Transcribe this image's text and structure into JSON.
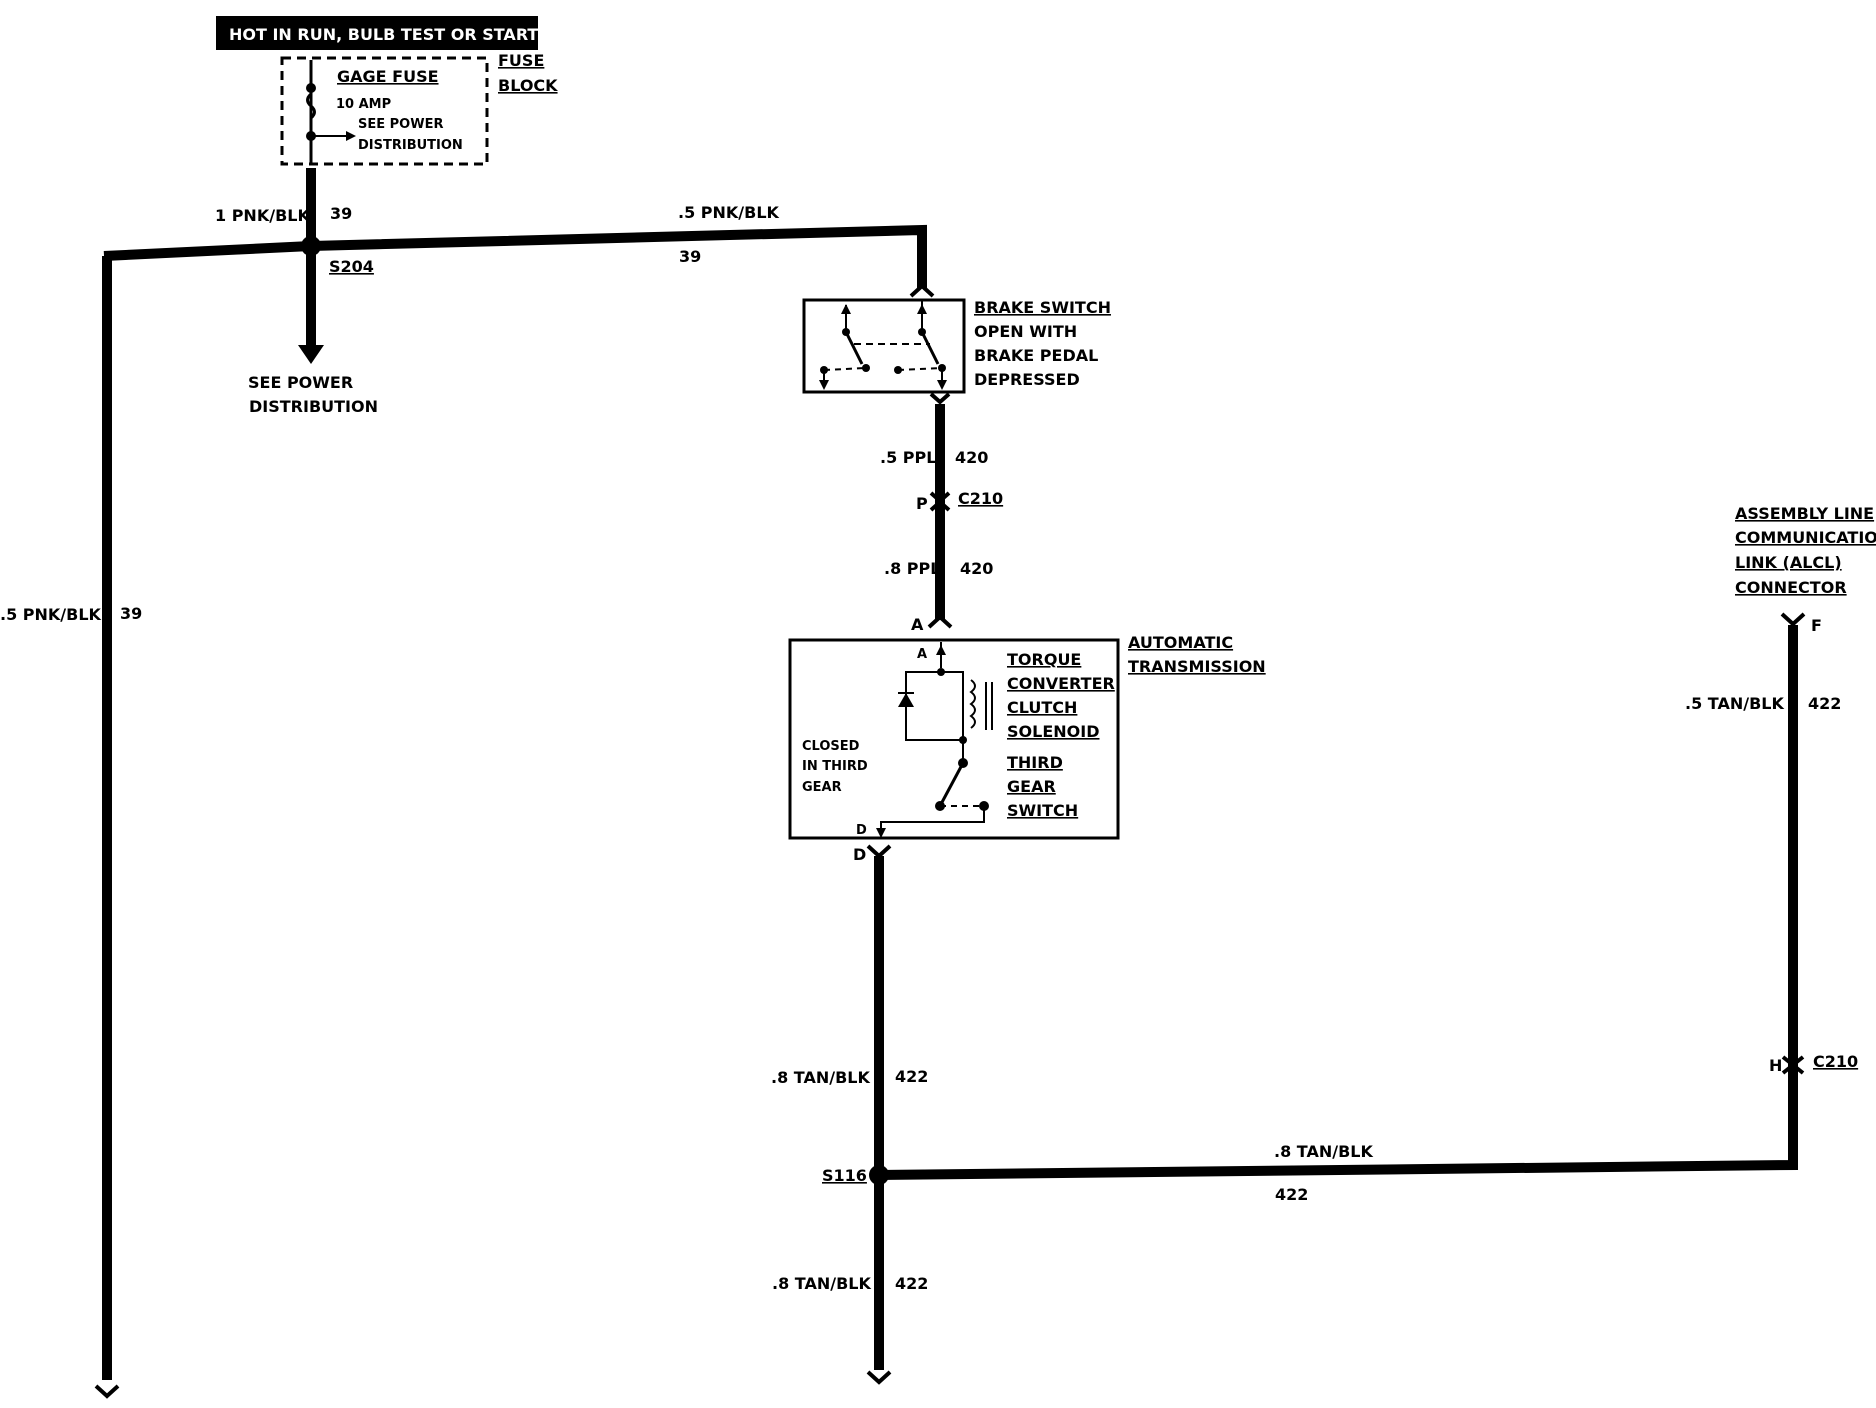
{
  "header_banner": "HOT IN RUN, BULB TEST OR START",
  "fuse_block": {
    "title_line1": "FUSE",
    "title_line2": "BLOCK",
    "fuse_name": "GAGE FUSE",
    "fuse_rating": "10 AMP",
    "note_line1": "SEE POWER",
    "note_line2": "DISTRIBUTION"
  },
  "wires": {
    "fuse_out_wire": "1 PNK/BLK",
    "fuse_out_circuit": "39",
    "top_run_wire": ".5 PNK/BLK",
    "top_run_circuit": "39",
    "left_drop_wire": ".5 PNK/BLK",
    "left_drop_circuit": "39",
    "brake_out_wire": ".5 PPL",
    "brake_out_circuit": "420",
    "trans_in_wire": ".8 PPL",
    "trans_in_circuit": "420",
    "trans_out_wire": ".8 TAN/BLK",
    "trans_out_circuit": "422",
    "bottom_drop_wire": ".8 TAN/BLK",
    "bottom_drop_circuit": "422",
    "alcl_wire": ".5 TAN/BLK",
    "alcl_circuit": "422",
    "bottom_run_wire": ".8 TAN/BLK",
    "bottom_run_circuit": "422"
  },
  "splices": {
    "upper": "S204",
    "lower": "S116"
  },
  "power_ref": {
    "line1": "SEE POWER",
    "line2": "DISTRIBUTION"
  },
  "brake_switch": {
    "line1": "BRAKE SWITCH",
    "line2": "OPEN WITH",
    "line3": "BRAKE PEDAL",
    "line4": "DEPRESSED"
  },
  "connectors": {
    "c210_upper": "C210",
    "c210_upper_pin": "P",
    "c210_lower": "C210",
    "c210_lower_pin": "H",
    "trans_pin_in": "A",
    "trans_pin_in_inner": "A",
    "trans_pin_out": "D",
    "trans_pin_out_inner": "D",
    "alcl_pin": "F"
  },
  "transmission": {
    "title_line1": "AUTOMATIC",
    "title_line2": "TRANSMISSION",
    "solenoid_line1": "TORQUE",
    "solenoid_line2": "CONVERTER",
    "solenoid_line3": "CLUTCH",
    "solenoid_line4": "SOLENOID",
    "switch_line1": "THIRD",
    "switch_line2": "GEAR",
    "switch_line3": "SWITCH",
    "state_line1": "CLOSED",
    "state_line2": "IN THIRD",
    "state_line3": "GEAR"
  },
  "alcl": {
    "line1": "ASSEMBLY LINE",
    "line2": "COMMUNICATION",
    "line3": "LINK (ALCL)",
    "line4": "CONNECTOR"
  }
}
